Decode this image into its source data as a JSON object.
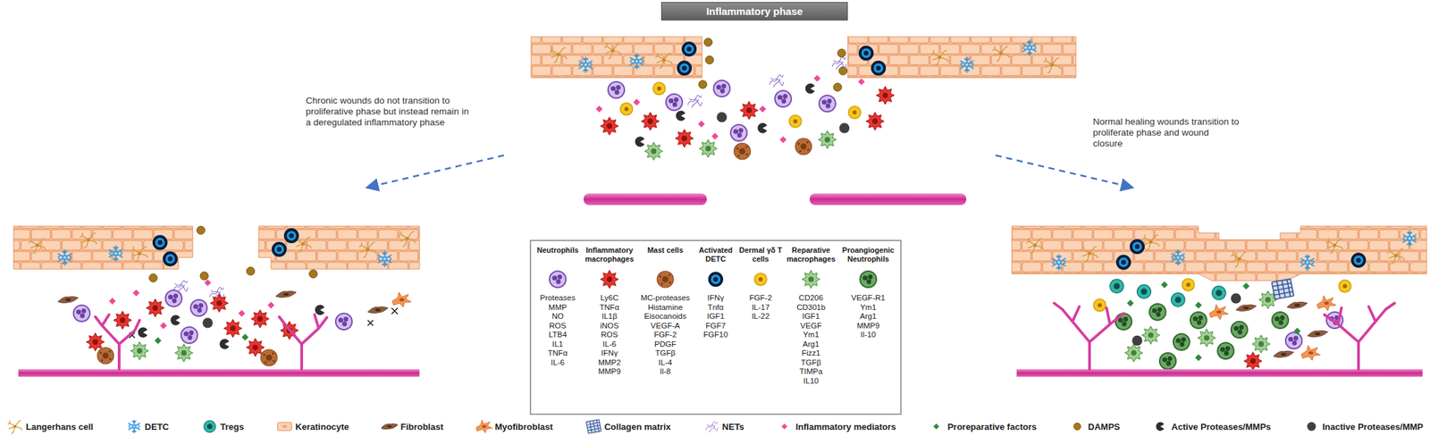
{
  "diagram": {
    "nodes": [
      {
        "text": [
          "Inflammatory phase"
        ]
      }
    ],
    "labels": [
      "Chronic wounds do not transition to proliferative phase but instead remain in a deregulated inflammatory phase",
      "Normal healing wounds transition to proliferate phase and wound closure",
      "Neutrophils",
      "Proteases",
      "MMP",
      "NO",
      "ROS",
      "LTB4",
      "IL1",
      "TNFα",
      "IL-6",
      "Inflammatory macrophages",
      "Ly6C",
      "TNFα",
      "IL1β",
      "iNOS",
      "ROS",
      "IL-6",
      "IFNγ",
      "MMP2",
      "MMP9",
      "Mast cells",
      "MC-proteases",
      "Histamine",
      "Eisocanoids",
      "VEGF-A",
      "FGF-2",
      "PDGF",
      "TGFβ",
      "IL-4",
      "Il-8",
      "Activated DETC",
      "IFNγ",
      "Tnfα",
      "IGF1",
      "FGF7",
      "FGF10",
      "Dermal γδ T cells",
      "FGF-2",
      "IL-17",
      "IL-22",
      "Reparative macrophages",
      "CD206",
      "CD301b",
      "IGF1",
      "VEGF",
      "Ym1",
      "Arg1",
      "Fizz1",
      "TGFβ",
      "TIMPa",
      "IL10",
      "Proangiogenic Neutrophils",
      "VEGF-R1",
      "Ym1",
      "Arg1",
      "MMP9",
      "Il-10"
    ],
    "legend": [
      {
        "text": "Langerhans cell"
      },
      {
        "text": "DETC"
      },
      {
        "text": "Tregs"
      },
      {
        "text": "Keratinocyte"
      },
      {
        "text": "Fibroblast"
      },
      {
        "text": "Myofibroblast"
      },
      {
        "text": "Collagen matrix"
      },
      {
        "text": "NETs"
      },
      {
        "text": "Inflammatory mediators"
      },
      {
        "text": "Proreparative factors"
      },
      {
        "text": "DAMPS"
      },
      {
        "text": "Active Proteases/MMPs"
      },
      {
        "text": "Inactive Proteases/MMP"
      }
    ]
  }
}
